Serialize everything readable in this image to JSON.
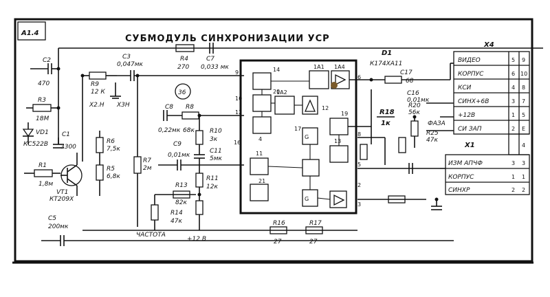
{
  "sheet": {
    "frame_label": "A1.4",
    "title": "СУБМОДУЛЬ   СИНХРОНИЗАЦИИ   УСР",
    "connector_x4": "X4",
    "connector_x1": "X1",
    "chip_name": "D1",
    "chip_type": "К174ХА11",
    "circle_label": "36",
    "phase_label": "ФАЗА",
    "freq_label": "ЧАСТОТА",
    "supply_label": "+12 В"
  },
  "components": [
    {
      "id": "c2",
      "ref": "C2",
      "value": "470"
    },
    {
      "id": "r3",
      "ref": "R3",
      "value": "18М"
    },
    {
      "id": "vd1",
      "ref": "VD1",
      "value": "КС522В"
    },
    {
      "id": "c1",
      "ref": "C1",
      "value": "3300"
    },
    {
      "id": "r1",
      "ref": "R1",
      "value": "1,8м"
    },
    {
      "id": "vt1",
      "ref": "VT1",
      "value": "КТ209Х"
    },
    {
      "id": "r9",
      "ref": "R9",
      "value": "12 К"
    },
    {
      "id": "c3",
      "ref": "C3",
      "value": "0,047мк"
    },
    {
      "id": "r4",
      "ref": "R4",
      "value": "270"
    },
    {
      "id": "c7",
      "ref": "C7",
      "value": "0,033 мк"
    },
    {
      "id": "r6",
      "ref": "R6",
      "value": "7,5к"
    },
    {
      "id": "r5",
      "ref": "R5",
      "value": "6,8к"
    },
    {
      "id": "r7",
      "ref": "R7",
      "value": "2м"
    },
    {
      "id": "c8",
      "ref": "C8",
      "value": "0,22мк"
    },
    {
      "id": "r8",
      "ref": "R8",
      "value": "68к"
    },
    {
      "id": "c9",
      "ref": "C9",
      "value": "0,01мк"
    },
    {
      "id": "r10",
      "ref": "R10",
      "value": "3к"
    },
    {
      "id": "c11",
      "ref": "C11",
      "value": "5мк"
    },
    {
      "id": "r11",
      "ref": "R11",
      "value": "12к"
    },
    {
      "id": "r13",
      "ref": "R13",
      "value": "82к"
    },
    {
      "id": "r14",
      "ref": "R14",
      "value": "47к"
    },
    {
      "id": "c5",
      "ref": "C5",
      "value": "200мк"
    },
    {
      "id": "r16",
      "ref": "R16",
      "value": "27"
    },
    {
      "id": "r17",
      "ref": "R17",
      "value": "27"
    },
    {
      "id": "c17",
      "ref": "C17",
      "value": "68"
    },
    {
      "id": "r18",
      "ref": "R18",
      "value": "1к"
    },
    {
      "id": "c16",
      "ref": "C16",
      "value": "0,01мк"
    },
    {
      "id": "r20",
      "ref": "R20",
      "value": "56к"
    },
    {
      "id": "r25",
      "ref": "R25",
      "value": "47к"
    }
  ],
  "x4_rows": [
    {
      "signal": "ВИДЕО",
      "pin_a": "5",
      "pin_b": "9"
    },
    {
      "signal": "КОРПУС",
      "pin_a": "6",
      "pin_b": "10"
    },
    {
      "signal": "КСИ",
      "pin_a": "4",
      "pin_b": "8"
    },
    {
      "signal": "СИНХ+6В",
      "pin_a": "3",
      "pin_b": "7"
    },
    {
      "signal": "+12В",
      "pin_a": "1",
      "pin_b": "5"
    },
    {
      "signal": "СИ ЗАП",
      "pin_a": "2",
      "pin_b": "Е"
    }
  ],
  "x4_extra_pin": "4",
  "x1_rows": [
    {
      "signal": "ИЗМ АПЧФ",
      "pin_a": "3",
      "pin_b": "3"
    },
    {
      "signal": "КОРПУС",
      "pin_a": "1",
      "pin_b": "1"
    },
    {
      "signal": "СИНХР",
      "pin_a": "2",
      "pin_b": "2"
    }
  ],
  "chip_pins": [
    "14",
    "20",
    "1А1",
    "1А2",
    "1А4",
    "12",
    "19",
    "17",
    "11",
    "13",
    "21",
    "16",
    "9",
    "10",
    "12",
    "4",
    "6",
    "8",
    "5",
    "2",
    "3"
  ]
}
